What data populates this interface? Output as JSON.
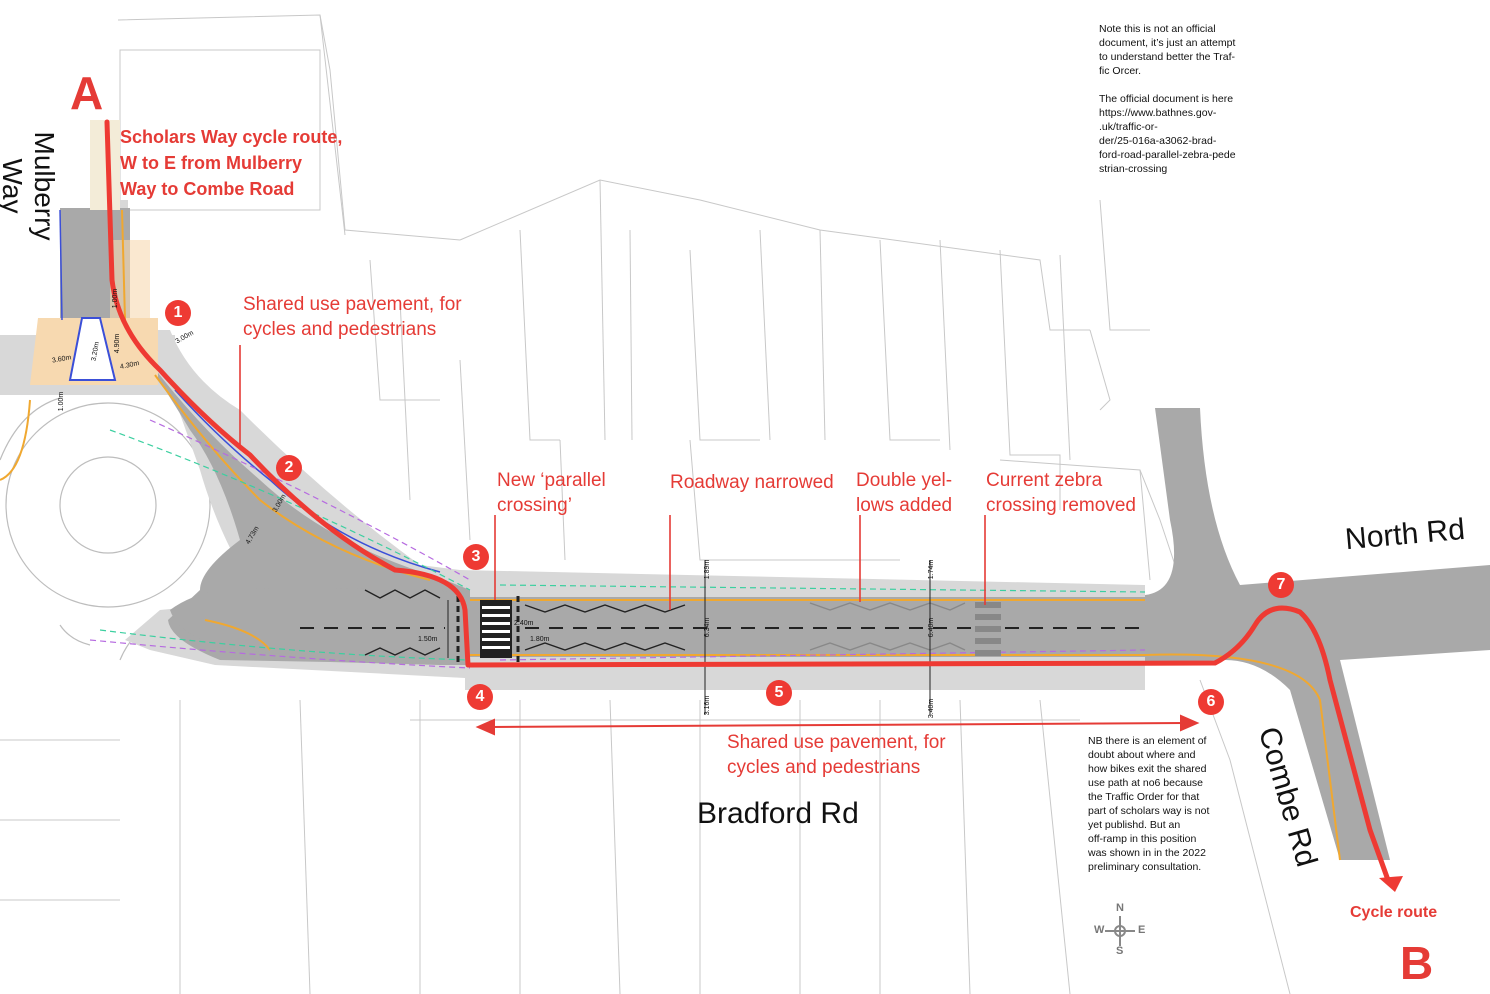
{
  "route": {
    "start_marker": "A",
    "end_marker": "B",
    "title": "Scholars Way cycle route,\nW to E from Mulberry\nWay to Combe Road",
    "end_label": "Cycle route",
    "color": "#ee3a33"
  },
  "roads": {
    "mulberry": "Mulberry Way",
    "north": "North Rd",
    "combe": "Combe Rd",
    "bradford": "Bradford Rd"
  },
  "annotations": {
    "shared_use_top": "Shared use pavement, for\ncycles and pedestrians",
    "parallel_crossing": "New ‘parallel\ncrossing’",
    "roadway_narrowed": "Roadway narrowed",
    "double_yellows": "Double yel-\nlows added",
    "zebra_removed": "Current zebra\ncrossing removed",
    "shared_use_bottom": "Shared use pavement, for\ncycles and pedestrians"
  },
  "notes": {
    "disclaimer": "Note this is not an official\ndocument, it’s just an attempt\nto understand better the Traf-\nfic Orcer.\n\nThe official document is here\nhttps://www.bathnes.gov-\n.uk/traffic-or-\nder/25-016a-a3062-brad-\nford-road-parallel-zebra-pede\nstrian-crossing",
    "nb": "NB there is an element of\ndoubt about where and\nhow bikes exit the shared\nuse path at no6 because\nthe Traffic Order for that\npart of scholars way is not\nyet publishd. But an\noff-ramp in this position\nwas shown in in the 2022\npreliminary consultation."
  },
  "markers": [
    "1",
    "2",
    "3",
    "4",
    "5",
    "6",
    "7"
  ],
  "dimensions": {
    "d300a": "3.00m",
    "d300b": "3.00m",
    "d360": "3.60m",
    "d490": "4.90m",
    "d320": "3.20m",
    "d430": "4.30m",
    "d100a": "1.00m",
    "d100b": "1.00m",
    "d473": "4.73m",
    "d150": "1.50m",
    "d240": "2.40m",
    "d180": "1.80m",
    "d189": "1.89m",
    "d634": "6.34m",
    "d174": "1.74m",
    "d640": "6.40m",
    "d316": "3.16m",
    "d340": "3.40m"
  },
  "compass": {
    "n": "N",
    "s": "S",
    "e": "E",
    "w": "W"
  },
  "colors": {
    "road": "#a9a9a9",
    "pavement": "#d8d8d8",
    "route": "#ee3a33",
    "kerb": "#f0a830",
    "cycle_lane": "#3b4fd8",
    "crossing_area": "#f7d9b0"
  }
}
